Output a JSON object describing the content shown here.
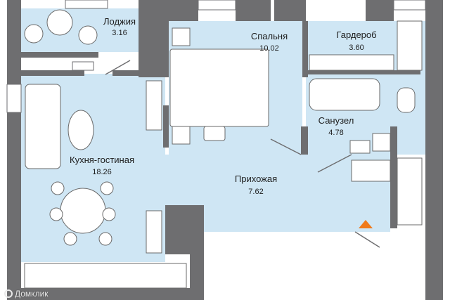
{
  "colors": {
    "wall": "#6e6e70",
    "floor": "#cfe6f4",
    "furniture_stroke": "#6a6a6a",
    "furniture_fill": "#ffffff",
    "entrance_marker": "#f07a1a"
  },
  "rooms": [
    {
      "id": "loggia",
      "name": "Лоджия",
      "area": "3.16"
    },
    {
      "id": "bedroom",
      "name": "Спальня",
      "area": "10.02"
    },
    {
      "id": "wardrobe",
      "name": "Гардероб",
      "area": "3.60"
    },
    {
      "id": "bathroom",
      "name": "Санузел",
      "area": "4.78"
    },
    {
      "id": "kitchen",
      "name": "Кухня-гостиная",
      "area": "18.26"
    },
    {
      "id": "hallway",
      "name": "Прихожая",
      "area": "7.62"
    }
  ],
  "watermark": {
    "text": "Домклик",
    "icon": "domclick-logo-icon"
  }
}
